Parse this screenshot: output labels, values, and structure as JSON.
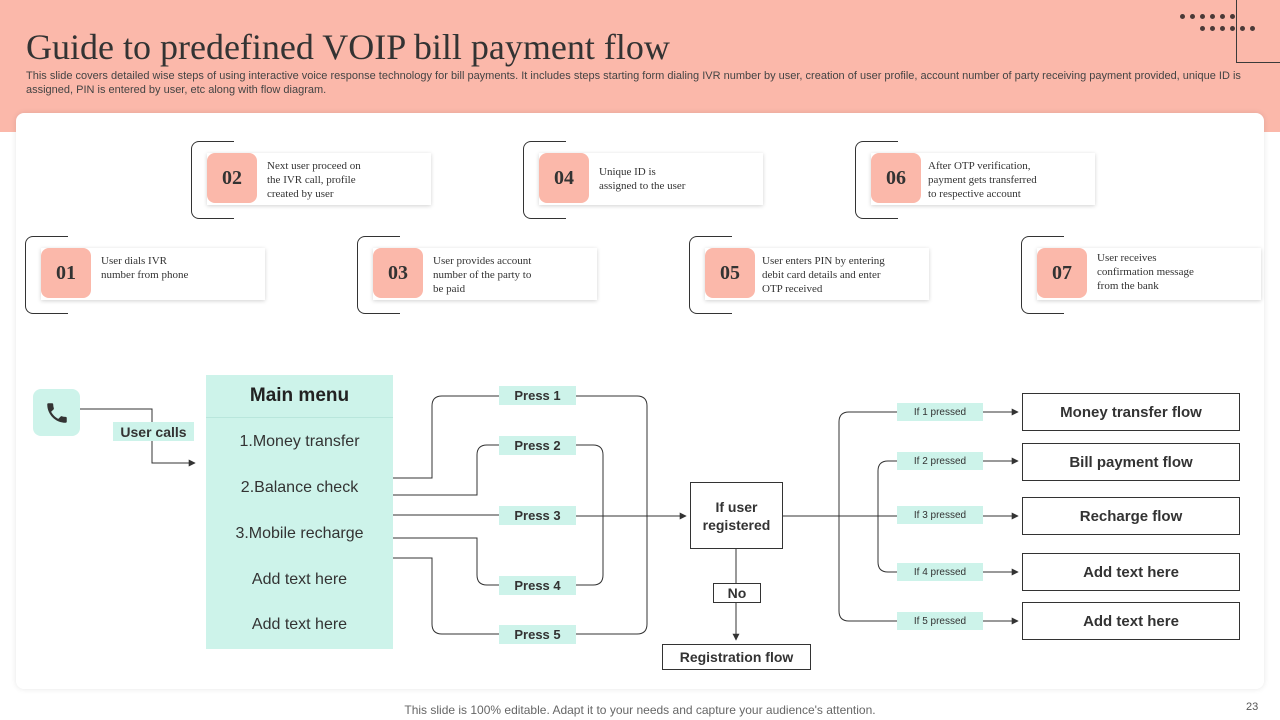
{
  "header": {
    "title": "Guide to predefined VOIP bill payment flow",
    "subtitle": "This slide covers detailed wise steps of using interactive voice response technology for bill payments. It includes steps starting form dialing IVR number by user, creation of user profile, account number of party receiving payment provided, unique ID is assigned, PIN is entered by user, etc along with flow diagram."
  },
  "steps": [
    {
      "num": "01",
      "text": "User dials IVR\nnumber from phone"
    },
    {
      "num": "02",
      "text": "Next user proceed on\nthe IVR call, profile\ncreated by user"
    },
    {
      "num": "03",
      "text": "User provides account\nnumber of the party to\n be paid"
    },
    {
      "num": "04",
      "text": "Unique ID is\nassigned to the user"
    },
    {
      "num": "05",
      "text": "User enters PIN by entering\ndebit card details  and enter\nOTP received"
    },
    {
      "num": "06",
      "text": "After OTP verification,\npayment gets transferred\nto respective account"
    },
    {
      "num": "07",
      "text": "User receives\nconfirmation message\nfrom the bank"
    }
  ],
  "flow": {
    "user_calls": "User calls",
    "menu_title": "Main menu",
    "menu_items": [
      "1.Money transfer",
      "2.Balance check",
      "3.Mobile recharge",
      "Add text here",
      "Add text here"
    ],
    "press": [
      "Press 1",
      "Press 2",
      "Press 3",
      "Press 4",
      "Press 5"
    ],
    "decision": "If user\nregistered",
    "no_label": "No",
    "registration": "Registration flow",
    "if_pressed": [
      "If 1 pressed",
      "If 2 pressed",
      "If 3 pressed",
      "If 4 pressed",
      "If 5 pressed"
    ],
    "results": [
      "Money transfer flow",
      "Bill payment flow",
      "Recharge flow",
      "Add  text here",
      "Add  text here"
    ]
  },
  "footer": {
    "note": "This slide is 100% editable. Adapt it to your needs and capture your audience's attention.",
    "page": "23"
  },
  "colors": {
    "salmon": "#fbb8aa",
    "mint": "#cdf3ea",
    "dark": "#333333"
  },
  "icons": {
    "phone": "phone-icon"
  }
}
